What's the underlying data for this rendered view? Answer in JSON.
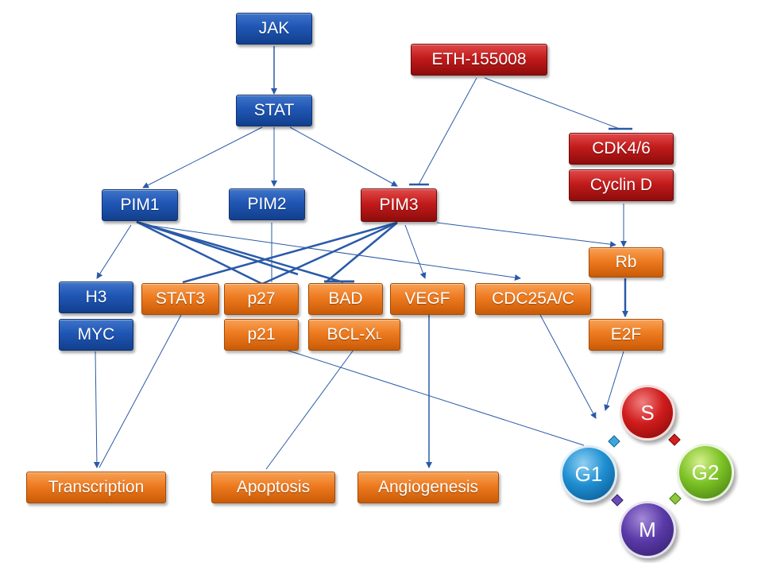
{
  "diagram": {
    "nodes": {
      "jak": "JAK",
      "stat": "STAT",
      "eth": "ETH-155008",
      "cdk46": "CDK4/6",
      "cyclind": "Cyclin D",
      "pim1": "PIM1",
      "pim2": "PIM2",
      "pim3": "PIM3",
      "rb": "Rb",
      "h3": "H3",
      "myc": "MYC",
      "stat3": "STAT3",
      "p27": "p27",
      "p21": "p21",
      "bad": "BAD",
      "bclxl_main": "BCL-X",
      "bclxl_sub": "L",
      "vegf": "VEGF",
      "cdc25": "CDC25A/C",
      "e2f": "E2F",
      "transcription": "Transcription",
      "apoptosis": "Apoptosis",
      "angiogenesis": "Angiogenesis"
    },
    "cell_cycle": {
      "s": "S",
      "g1": "G1",
      "g2": "G2",
      "m": "M"
    },
    "colors": {
      "blue": "#1f56b4",
      "red": "#c21b1b",
      "orange": "#ee7a1f",
      "edge": "#2a5aa8"
    }
  }
}
